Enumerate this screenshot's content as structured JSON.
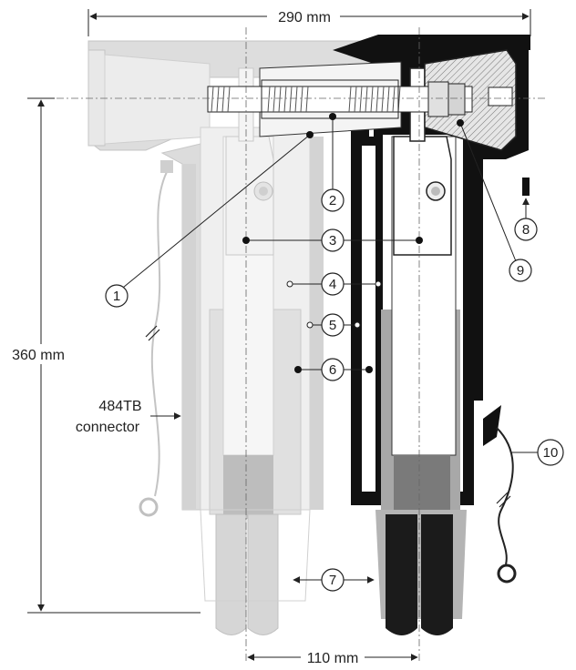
{
  "dimensions": {
    "width": "290 mm",
    "height": "360 mm",
    "spacing": "110 mm"
  },
  "connector_label": {
    "line1": "484TB",
    "line2": "connector"
  },
  "callouts": [
    "1",
    "2",
    "3",
    "4",
    "5",
    "6",
    "7",
    "8",
    "9",
    "10"
  ],
  "colors": {
    "ghost": "#dcdcdc",
    "ghost_dark": "#cfcfcf",
    "black": "#111111",
    "grey_body": "#9a9a9a",
    "line": "#222222"
  }
}
